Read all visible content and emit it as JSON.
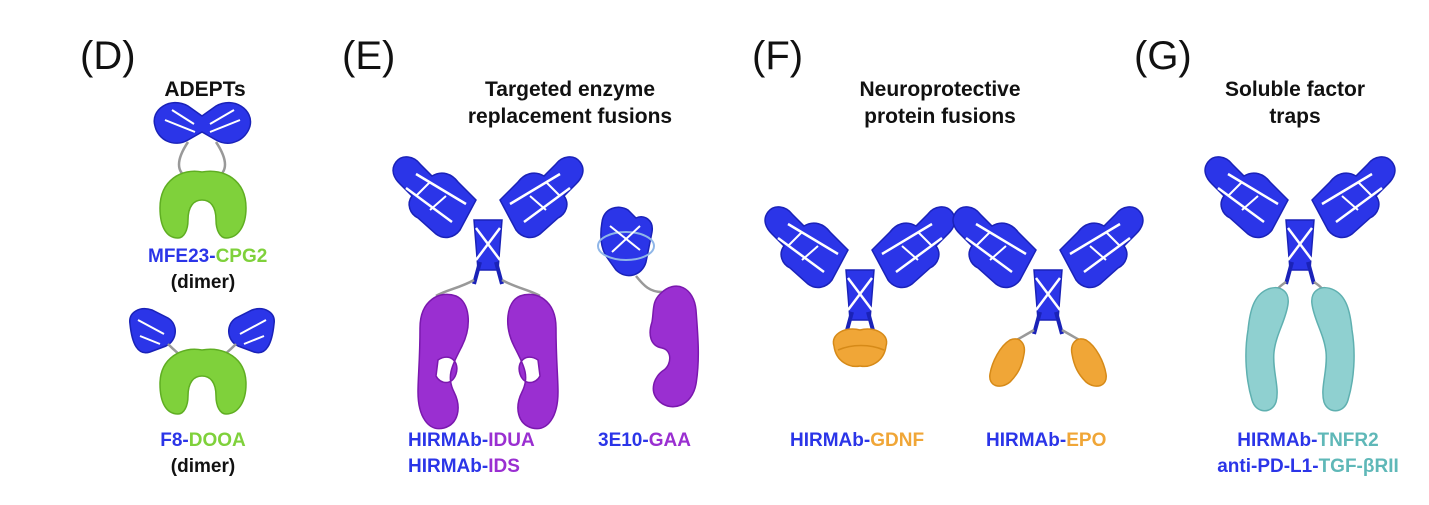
{
  "panels": {
    "d": {
      "letter": "(D)",
      "title": "ADEPTs",
      "label1": {
        "a": "MFE23",
        "b": "-",
        "c": "CPG2",
        "d": "(dimer)"
      },
      "label2": {
        "a": "F8",
        "b": "-",
        "c": "DOOA",
        "d": "(dimer)"
      }
    },
    "e": {
      "letter": "(E)",
      "title_line1": "Targeted enzyme",
      "title_line2": "replacement fusions",
      "label1": {
        "a": "HIRMAb",
        "b": "-",
        "c": "IDUA",
        "a2": "HIRMAb",
        "b2": "-",
        "c2": "IDS"
      },
      "label2": {
        "a": "3E10",
        "b": "-",
        "c": "GAA"
      }
    },
    "f": {
      "letter": "(F)",
      "title_line1": "Neuroprotective",
      "title_line2": "protein fusions",
      "label1": {
        "a": "HIRMAb",
        "b": "-",
        "c": "GDNF"
      },
      "label2": {
        "a": "HIRMAb",
        "b": "-",
        "c": "EPO"
      }
    },
    "g": {
      "letter": "(G)",
      "title_line1": "Soluble factor",
      "title_line2": "traps",
      "label1": {
        "a": "HIRMAb",
        "b": "-",
        "c": "TNFR2",
        "a2": "anti-PD-L1",
        "b2": "-",
        "c2": "TGF-βRII"
      }
    }
  },
  "colors": {
    "antibody": "#2b35e8",
    "green": "#7fd13b",
    "purple": "#9a2fd1",
    "orange": "#f0a637",
    "teal": "#8fd0d0"
  }
}
